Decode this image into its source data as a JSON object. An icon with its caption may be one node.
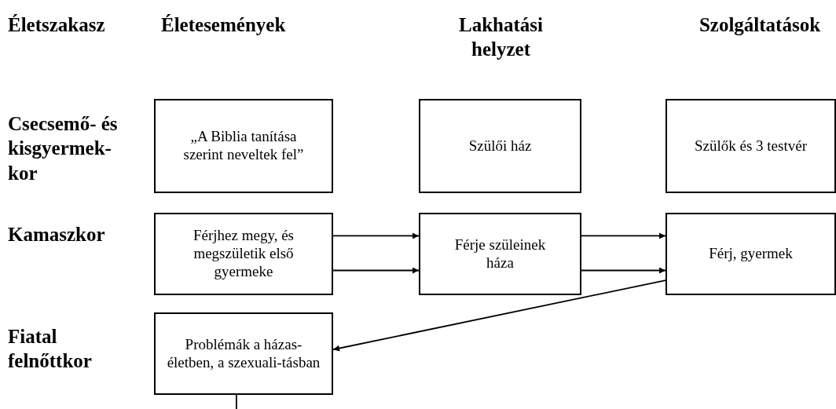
{
  "diagram": {
    "nodes": [
      {
        "text": [
          "„A Biblia tanítása szerint neveltek fel”"
        ]
      },
      {
        "text": [
          "Szülői ház"
        ]
      },
      {
        "text": [
          "Szülők és 3 testvér"
        ]
      },
      {
        "text": [
          "Férjhez megy, és megszületik első gyermeke"
        ]
      },
      {
        "text": [
          "Férje szüleinek háza"
        ]
      },
      {
        "text": [
          "Férj, gyermek"
        ]
      },
      {
        "text": [
          "Problémák a házas-életben, a szexuali-tásban"
        ]
      }
    ],
    "edges": [
      {
        "from": 3,
        "to": 4,
        "arrow": "to"
      },
      {
        "from": 3,
        "to": 4,
        "arrow": "to"
      },
      {
        "from": 4,
        "to": 5,
        "arrow": "to"
      },
      {
        "from": 4,
        "to": 5,
        "arrow": "to"
      },
      {
        "from": 5,
        "to": 6,
        "arrow": "to"
      },
      {
        "from": 6,
        "to": null,
        "arrow": "none"
      }
    ],
    "labels": [
      "Életszakasz",
      "Életesemények",
      "Lakhatási helyzet",
      "Szolgáltatások",
      "Csecsemő- és kisgyermek-kor",
      "Kamaszkor",
      "Fiatal felnőttkor"
    ]
  }
}
